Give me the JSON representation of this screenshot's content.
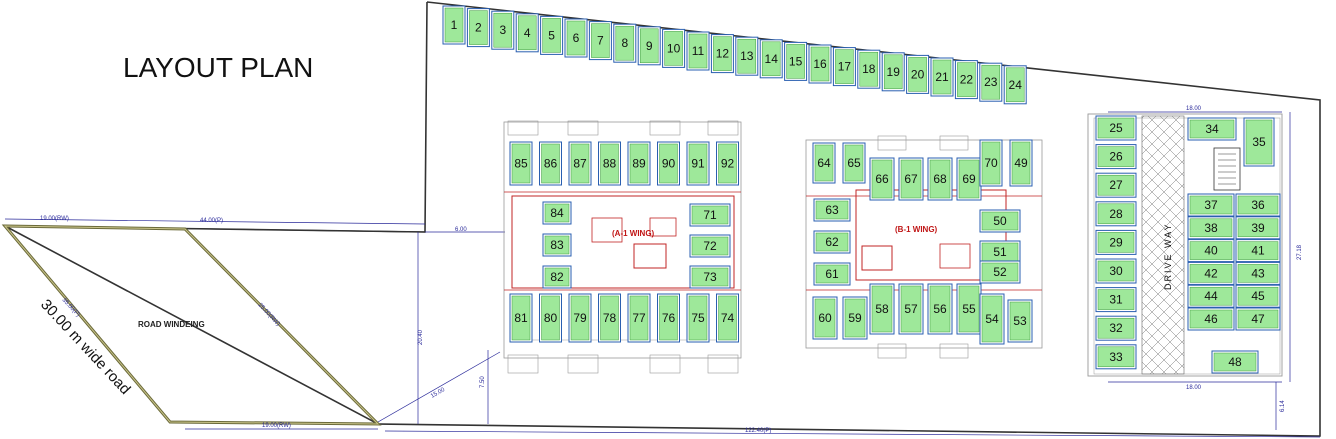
{
  "title": "LAYOUT PLAN",
  "labels": {
    "road_windening": "ROAD WINDEING",
    "road_width": "30.00 m wide road",
    "wing_a": "(A-1 WING)",
    "wing_b": "(B-1 WING)",
    "driveway": "DRIVE WAY"
  },
  "dimensions": {
    "d_top_left": "19.00(RW)",
    "d_top_mid": "44.00(P)",
    "d_mid": "6.00",
    "d_diag_left": "35.00(P)",
    "d_diag_right": "25.00(RW)",
    "d_bottom_left": "19.00(RW)",
    "d_bottom_total": "122.40(P)",
    "d_vert_a": "20.40",
    "d_vert_b": "7.50",
    "d_diag_low": "15.00",
    "d_right_top": "18.00",
    "d_right_bottom": "18.00",
    "d_right_side": "27.18",
    "d_right_low": "6.14"
  },
  "colors": {
    "slot_fill": "#9ee89a",
    "slot_border": "#2a5fb0",
    "wall": "#c22424",
    "boundary": "#333333",
    "road_edge": "#6b6a3a",
    "dim": "#2a2a9a"
  },
  "parking": {
    "top_row": [
      "1",
      "2",
      "3",
      "4",
      "5",
      "6",
      "7",
      "8",
      "9",
      "10",
      "11",
      "12",
      "13",
      "14",
      "15",
      "16",
      "17",
      "18",
      "19",
      "20",
      "21",
      "22",
      "23",
      "24"
    ],
    "a_wing": {
      "top": [
        "85",
        "86",
        "87",
        "88",
        "89",
        "90",
        "91",
        "92"
      ],
      "left": [
        "84",
        "83",
        "82"
      ],
      "right": [
        "71",
        "72",
        "73"
      ],
      "bottom": [
        "81",
        "80",
        "79",
        "78",
        "77",
        "76",
        "75",
        "74"
      ]
    },
    "b_wing": {
      "top_left": [
        "64",
        "65"
      ],
      "top_mid": [
        "66",
        "67",
        "68",
        "69"
      ],
      "top_right": [
        "70",
        "49"
      ],
      "left": [
        "63",
        "62",
        "61"
      ],
      "right": [
        "50",
        "51",
        "52"
      ],
      "bottom_left": [
        "60",
        "59"
      ],
      "bottom_mid": [
        "58",
        "57",
        "56",
        "55"
      ],
      "bottom_right": [
        "54",
        "53"
      ]
    },
    "right_block": {
      "left_col": [
        "25",
        "26",
        "27",
        "28",
        "29",
        "30",
        "31",
        "32",
        "33"
      ],
      "top": [
        "34",
        "35"
      ],
      "col1": [
        "37",
        "38",
        "40",
        "42",
        "44",
        "46"
      ],
      "col2": [
        "36",
        "39",
        "41",
        "43",
        "45",
        "47"
      ],
      "bottom": [
        "48"
      ]
    }
  }
}
